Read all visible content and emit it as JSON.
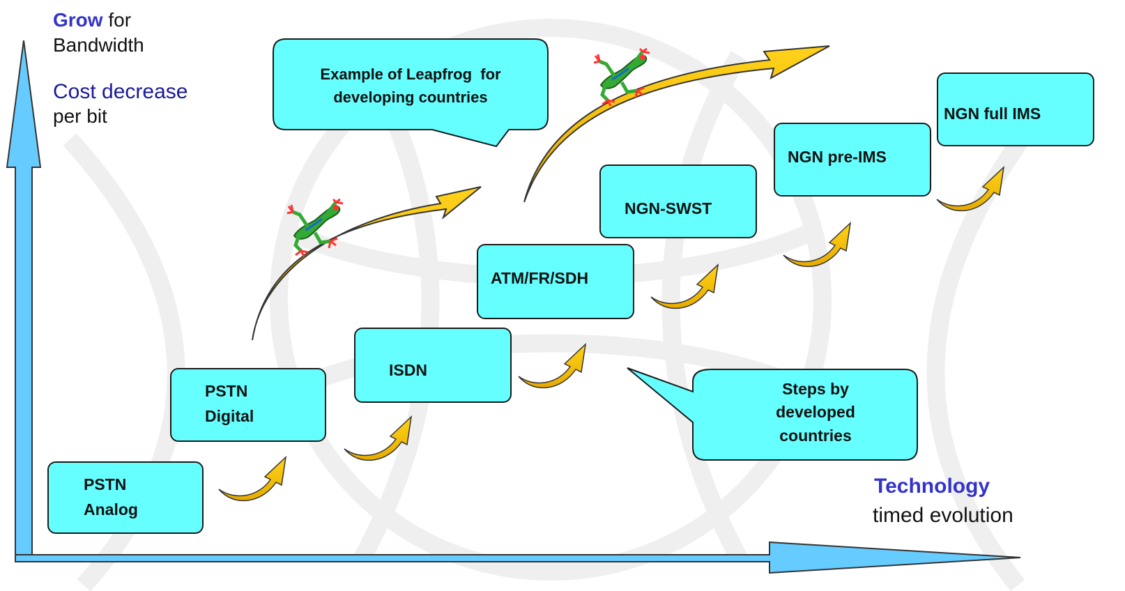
{
  "axes": {
    "y_title_bold": "Grow",
    "y_title_rest": " for",
    "y_line2": "Bandwidth",
    "y_cost": "Cost decrease",
    "y_perbit": "per bit",
    "x_title": "Technology",
    "x_sub": "timed evolution"
  },
  "steps": [
    {
      "line1": "PSTN",
      "line2": "Analog"
    },
    {
      "line1": "PSTN",
      "line2": "Digital"
    },
    {
      "line1": "ISDN"
    },
    {
      "line1": "ATM/FR/SDH"
    },
    {
      "line1": "NGN-SWST"
    },
    {
      "line1": "NGN pre-IMS"
    },
    {
      "line1": "NGN full IMS"
    }
  ],
  "callouts": {
    "leapfrog_l1": "Example of Leapfrog  for",
    "leapfrog_l2": "developing countries",
    "steps_l1": "Steps by",
    "steps_l2": "developed",
    "steps_l3": "countries"
  },
  "colors": {
    "box_fill": "#66ffff",
    "arrow_fill": "#66ccff",
    "curve_fill": "#ffcc00",
    "accent_text": "#3333cc",
    "frog_green": "#33aa33",
    "frog_red": "#ff3333"
  },
  "icons": [
    "frog-icon",
    "frog-icon"
  ]
}
